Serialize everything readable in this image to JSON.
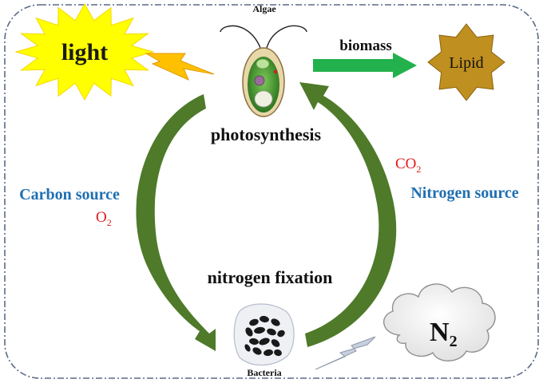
{
  "labels": {
    "light": "light",
    "algae": "Algae",
    "biomass": "biomass",
    "lipid": "Lipid",
    "photosynthesis": "photosynthesis",
    "co2_main": "CO",
    "co2_sub": "2",
    "o2_main": "O",
    "o2_sub": "2",
    "carbon_source": "Carbon source",
    "nitrogen_source": "Nitrogen source",
    "nitrogen_fixation": "nitrogen fixation",
    "bacteria": "Bacteria",
    "n2_main": "N",
    "n2_sub": "2"
  },
  "colors": {
    "border": "#5a6a85",
    "sun": "#ffff00",
    "sun_text": "#1a1a1a",
    "lightning_light": "#ffc000",
    "lightning_n2": "#a9b4c8",
    "cycle_arrow": "#4e7a2a",
    "biomass_arrow": "#22b14c",
    "lipid_star": "#bf8f1f",
    "blue_text": "#1f6fb2",
    "red_text": "#e01b1b",
    "black_text": "#111111",
    "cloud_fill": "#f2f2f2",
    "cloud_stroke": "#909090"
  },
  "icons": {
    "sun": "sun-icon",
    "algae": "algae-cell-icon",
    "bacteria": "bacteria-cluster-icon",
    "cloud": "cloud-icon",
    "lipid": "lipid-star-icon"
  }
}
